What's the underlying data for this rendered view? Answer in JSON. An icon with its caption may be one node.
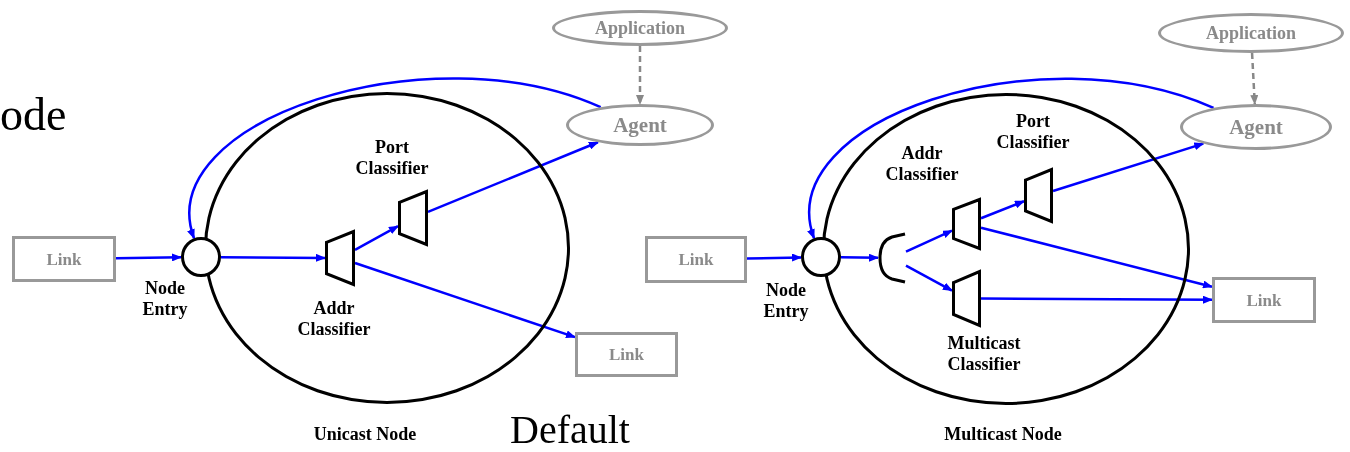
{
  "diagram": {
    "nodes": [
      {
        "text": [
          "Application"
        ]
      },
      {
        "text": [
          "Agent"
        ]
      },
      {
        "text": [
          "Link"
        ]
      },
      {
        "text": [],
        "shape": "ellipse",
        "beside": [
          "Unicast Node"
        ]
      },
      {
        "text": [],
        "shape": "circle",
        "beside": [
          "Node Entry"
        ]
      },
      {
        "text": [],
        "shape": "trapezoid",
        "in": 3,
        "beside": [
          "Port Classifier"
        ]
      },
      {
        "text": [],
        "shape": "trapezoid",
        "in": 3,
        "beside": [
          "Addr Classifier"
        ]
      },
      {
        "text": [
          "Link"
        ]
      },
      {
        "text": [
          "Application"
        ]
      },
      {
        "text": [
          "Agent"
        ]
      },
      {
        "text": [
          "Link"
        ]
      },
      {
        "text": [],
        "shape": "ellipse",
        "beside": [
          "Multicast Node"
        ]
      },
      {
        "text": [],
        "shape": "circle",
        "beside": [
          "Node Entry"
        ]
      },
      {
        "text": [],
        "shape": "trapezoid",
        "in": 11,
        "beside": [
          "Addr Classifier"
        ]
      },
      {
        "text": [],
        "shape": "trapezoid",
        "in": 11,
        "beside": [
          "Port Classifier"
        ]
      },
      {
        "text": [],
        "shape": "bracket",
        "in": 11
      },
      {
        "text": [],
        "shape": "trapezoid",
        "in": 11,
        "beside": [
          "Multicast Classifier"
        ]
      },
      {
        "text": [
          "Link"
        ]
      }
    ],
    "edges": [
      {
        "from": 2,
        "to": 4,
        "arrow": "to"
      },
      {
        "from": 4,
        "to": 6,
        "arrow": "to"
      },
      {
        "from": 6,
        "to": 5,
        "arrow": "to"
      },
      {
        "from": 5,
        "to": 1,
        "arrow": "to"
      },
      {
        "from": 6,
        "to": 7,
        "arrow": "to"
      },
      {
        "from": 1,
        "to": 4,
        "arrow": "to"
      },
      {
        "from": 0,
        "to": 1,
        "arrow": "to",
        "style": "dashed",
        "color": "#888888"
      },
      {
        "from": 10,
        "to": 12,
        "arrow": "to"
      },
      {
        "from": 12,
        "to": 15,
        "arrow": "to"
      },
      {
        "from": 15,
        "to": 13,
        "arrow": "to"
      },
      {
        "from": 15,
        "to": 16,
        "arrow": "to"
      },
      {
        "from": 13,
        "to": 14,
        "arrow": "to"
      },
      {
        "from": 14,
        "to": 9,
        "arrow": "to"
      },
      {
        "from": 13,
        "to": 17,
        "arrow": "to"
      },
      {
        "from": 16,
        "to": 17,
        "arrow": "to"
      },
      {
        "from": 9,
        "to": 12,
        "arrow": "to"
      },
      {
        "from": 8,
        "to": 9,
        "arrow": "to",
        "style": "dashed",
        "color": "#888888"
      }
    ],
    "labels": [
      "ode",
      "Default"
    ]
  }
}
